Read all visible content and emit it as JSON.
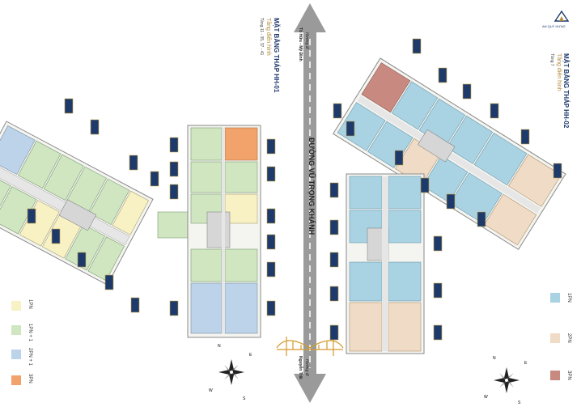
{
  "logo": {
    "brand": "AN QUÝ HƯNG"
  },
  "tower_left": {
    "title": "MẶT BẰNG THÁP HH-01",
    "subtitle": "Tầng điển hình",
    "floors": "Tầng 11 - 35, 37 - 41"
  },
  "tower_right": {
    "title": "MẶT BẰNG THÁP HH-02",
    "subtitle": "Tầng điển hình",
    "floors": "Tầng 7"
  },
  "road": {
    "name": "ĐƯỜNG VŨ TRỌNG KHÁNH",
    "top_direction_label": "Hướng đi",
    "top_direction_place": "Tố Hữu - Mỹ Đình",
    "bottom_direction_label": "Hướng đi",
    "bottom_direction_place": "Nguyễn Trãi"
  },
  "legend_left": [
    {
      "label": "1PN",
      "color": "#f7f1c4"
    },
    {
      "label": "1PN + 1",
      "color": "#cfe6c1"
    },
    {
      "label": "2PN + 1",
      "color": "#bcd3ea"
    },
    {
      "label": "3PN",
      "color": "#f2a36b"
    }
  ],
  "legend_right": [
    {
      "label": "1PN",
      "color": "#a9d2e3"
    },
    {
      "label": "2PN",
      "color": "#f0dcc6"
    },
    {
      "label": "3PN",
      "color": "#c88a80"
    }
  ],
  "compass_labels": {
    "n": "N",
    "s": "S",
    "e": "E",
    "w": "W"
  },
  "colors": {
    "navy": "#1e3a6e",
    "gold": "#b08a3a",
    "road_arrow": "#9a9a9a"
  },
  "icons": [
    "compass-rose-icon",
    "bridge-icon",
    "double-arrow-icon"
  ]
}
